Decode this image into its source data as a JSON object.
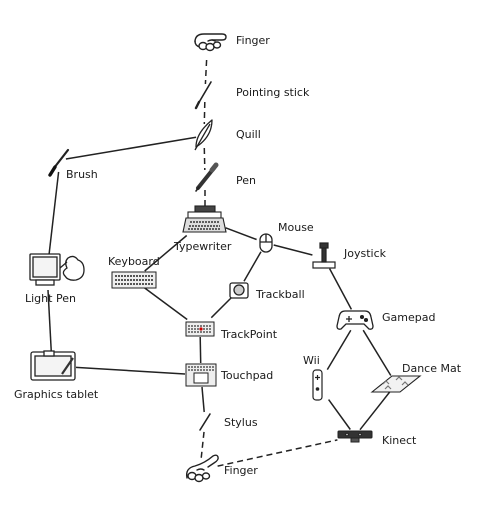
{
  "nodes": {
    "finger_top": "Finger",
    "pointing_stick": "Pointing stick",
    "quill": "Quill",
    "brush": "Brush",
    "pen": "Pen",
    "typewriter": "Typewriter",
    "mouse": "Mouse",
    "keyboard": "Keyboard",
    "joystick": "Joystick",
    "light_pen": "Light Pen",
    "trackball": "Trackball",
    "gamepad": "Gamepad",
    "trackpoint": "TrackPoint",
    "graphics_tablet": "Graphics tablet",
    "touchpad": "Touchpad",
    "wii": "Wii",
    "dance_mat": "Dance Mat",
    "stylus": "Stylus",
    "kinect": "Kinect",
    "finger_bottom": "Finger"
  },
  "edges": [
    {
      "from": "finger_top",
      "to": "pointing_stick",
      "style": "dashed"
    },
    {
      "from": "pointing_stick",
      "to": "quill",
      "style": "dashed"
    },
    {
      "from": "quill",
      "to": "pen",
      "style": "dashed"
    },
    {
      "from": "quill",
      "to": "brush",
      "style": "solid"
    },
    {
      "from": "pen",
      "to": "typewriter",
      "style": "dashed"
    },
    {
      "from": "brush",
      "to": "light_pen",
      "style": "solid"
    },
    {
      "from": "typewriter",
      "to": "keyboard",
      "style": "solid"
    },
    {
      "from": "typewriter",
      "to": "mouse",
      "style": "solid"
    },
    {
      "from": "mouse",
      "to": "trackball",
      "style": "solid"
    },
    {
      "from": "mouse",
      "to": "joystick",
      "style": "solid"
    },
    {
      "from": "keyboard",
      "to": "trackpoint",
      "style": "solid"
    },
    {
      "from": "trackball",
      "to": "trackpoint",
      "style": "solid"
    },
    {
      "from": "joystick",
      "to": "gamepad",
      "style": "solid"
    },
    {
      "from": "light_pen",
      "to": "graphics_tablet",
      "style": "solid"
    },
    {
      "from": "trackpoint",
      "to": "touchpad",
      "style": "solid"
    },
    {
      "from": "graphics_tablet",
      "to": "touchpad",
      "style": "solid"
    },
    {
      "from": "gamepad",
      "to": "wii",
      "style": "solid"
    },
    {
      "from": "gamepad",
      "to": "dance_mat",
      "style": "solid"
    },
    {
      "from": "touchpad",
      "to": "stylus",
      "style": "solid"
    },
    {
      "from": "stylus",
      "to": "finger_bottom",
      "style": "dashed"
    },
    {
      "from": "wii",
      "to": "kinect",
      "style": "solid"
    },
    {
      "from": "dance_mat",
      "to": "kinect",
      "style": "solid"
    },
    {
      "from": "finger_bottom",
      "to": "kinect",
      "style": "dashed"
    }
  ]
}
